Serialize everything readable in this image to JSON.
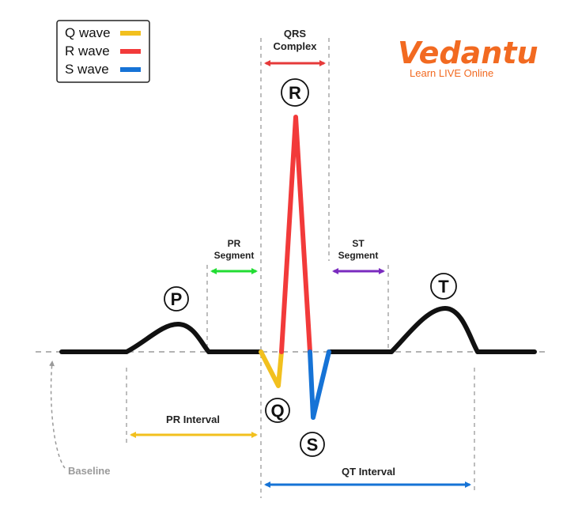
{
  "colors": {
    "trace": "#111111",
    "q_wave": "#f2c01e",
    "r_wave": "#f23a3a",
    "s_wave": "#1673d6",
    "pr_segment": "#22dd33",
    "st_segment": "#7a2bbf",
    "pr_interval": "#f2c01e",
    "qt_interval": "#1673d6",
    "qrs_complex": "#e63a3a",
    "guide": "#9a9a9a",
    "brand": "#f26a21"
  },
  "legend": {
    "items": [
      {
        "label": "Q wave",
        "color": "#f2c01e"
      },
      {
        "label": "R wave",
        "color": "#f23a3a"
      },
      {
        "label": "S wave",
        "color": "#1673d6"
      }
    ]
  },
  "brand": {
    "name": "Vedantu",
    "tagline": "Learn LIVE Online"
  },
  "waves": {
    "p": "P",
    "q": "Q",
    "r": "R",
    "s": "S",
    "t": "T"
  },
  "labels": {
    "qrs_line1": "QRS",
    "qrs_line2": "Complex",
    "pr_seg_line1": "PR",
    "pr_seg_line2": "Segment",
    "st_seg_line1": "ST",
    "st_seg_line2": "Segment",
    "pr_interval": "PR Interval",
    "qt_interval": "QT Interval",
    "baseline": "Baseline"
  }
}
